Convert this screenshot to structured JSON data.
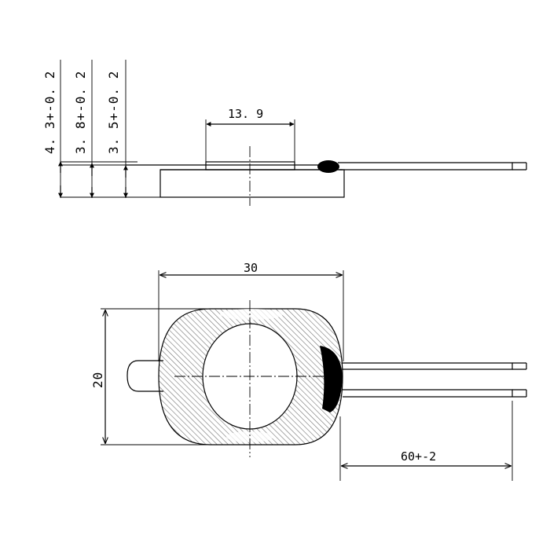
{
  "colors": {
    "line": "#000000",
    "background": "#ffffff",
    "wire_fill": "#ffffff"
  },
  "side_view": {
    "dims": [
      {
        "label": "4. 3+-0. 2"
      },
      {
        "label": "3. 8+-0. 2"
      },
      {
        "label": "3. 5+-0. 2"
      }
    ],
    "top_width_label": "13. 9"
  },
  "front_view": {
    "width_label": "30",
    "height_label": "20",
    "lead_length_label": "60+-2"
  }
}
